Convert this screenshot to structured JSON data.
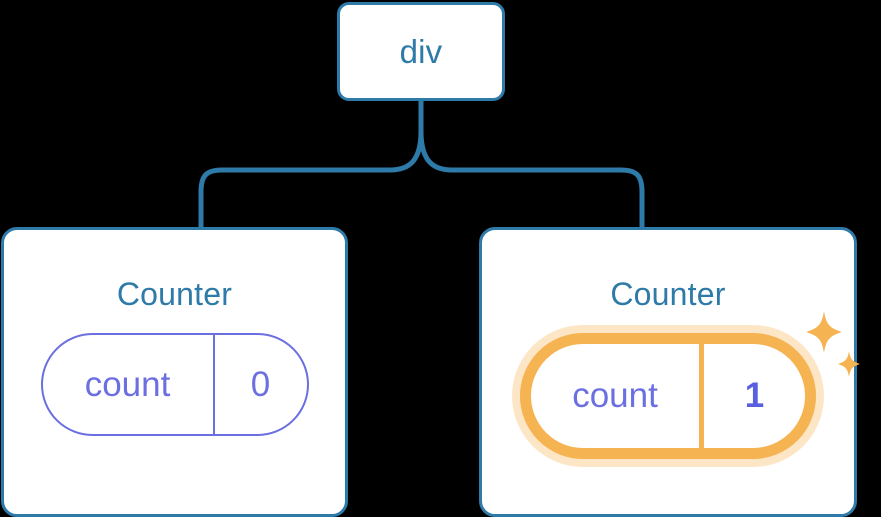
{
  "diagram": {
    "type": "component-tree",
    "background_color": "#000000",
    "accent_blue": "#2e7aa8",
    "accent_purple": "#6b6fe0",
    "accent_highlight": "#f5b352",
    "root": {
      "label": "div"
    },
    "children": [
      {
        "label": "Counter",
        "state": {
          "key": "count",
          "value": "0"
        },
        "highlighted": false,
        "sparkle": false
      },
      {
        "label": "Counter",
        "state": {
          "key": "count",
          "value": "1"
        },
        "highlighted": true,
        "sparkle": true
      }
    ],
    "icons": {
      "sparkle_large": "sparkle-icon",
      "sparkle_small": "sparkle-small-icon"
    }
  }
}
